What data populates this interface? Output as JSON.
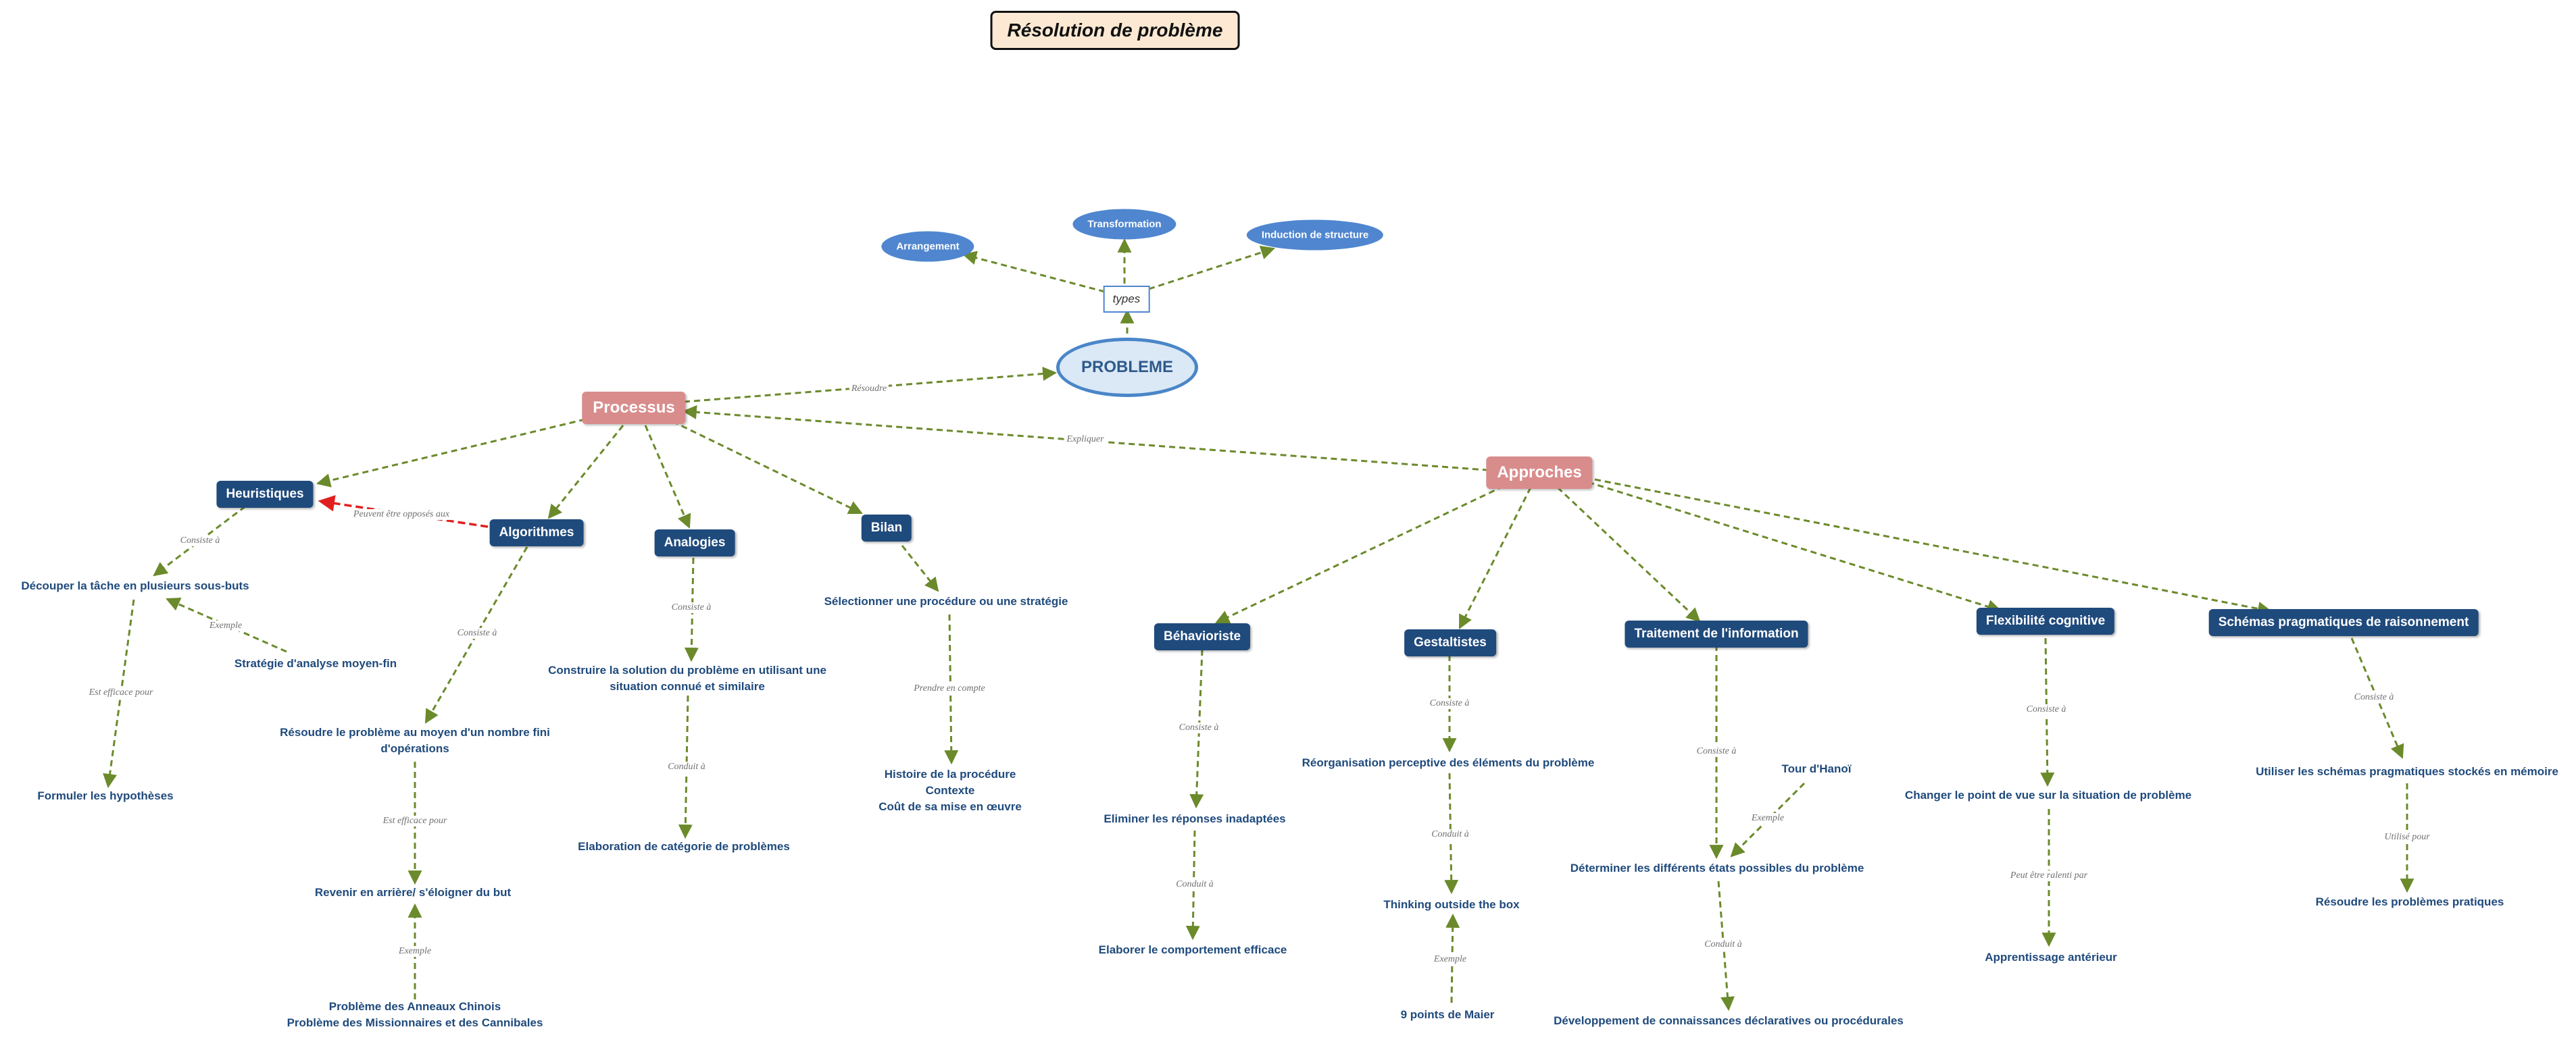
{
  "title": "Résolution de problème",
  "center": "PROBLEME",
  "types_label": "types",
  "types": [
    "Arrangement",
    "Transformation",
    "Induction de structure"
  ],
  "processus": "Processus",
  "approches": "Approches",
  "link_resoudre": "Résoudre",
  "link_expliquer": "Expliquer",
  "heuristiques": {
    "label": "Heuristiques",
    "consiste": "Consiste à",
    "decouper": "Découper la tâche en plusieurs sous-buts",
    "exemple": "Exemple",
    "strategie": "Stratégie d'analyse moyen-fin",
    "efficace": "Est efficace pour",
    "formuler": "Formuler les hypothèses"
  },
  "opposes": "Peuvent être opposés aux",
  "algorithmes": {
    "label": "Algorithmes",
    "consiste": "Consiste à",
    "resoudre": [
      "Résoudre le problème au moyen d'un nombre fini",
      "d'opérations"
    ],
    "efficace": "Est efficace pour",
    "revenir": "Revenir en arrière/ s'éloigner du but",
    "exemple": "Exemple",
    "exemples": [
      "Problème des Anneaux Chinois",
      "Problème des Missionnaires et des Cannibales"
    ]
  },
  "analogies": {
    "label": "Analogies",
    "consiste": "Consiste à",
    "construire": [
      "Construire la solution du problème en utilisant une",
      "situation connué et similaire"
    ],
    "conduit": "Conduit à",
    "elaboration": "Elaboration  de catégorie de problèmes"
  },
  "bilan": {
    "label": "Bilan",
    "selectionner": "Sélectionner une procédure ou une stratégie",
    "prendre": "Prendre en compte",
    "items": [
      "Histoire de la procédure",
      "Contexte",
      "Coût de sa mise en œuvre"
    ]
  },
  "behavioriste": {
    "label": "Béhavioriste",
    "consiste": "Consiste à",
    "eliminer": "Eliminer  les réponses inadaptées",
    "conduit": "Conduit à",
    "elaborer": "Elaborer le comportement efficace"
  },
  "gestaltistes": {
    "label": "Gestaltistes",
    "consiste": "Consiste à",
    "reorg": "Réorganisation perceptive des éléments du problème",
    "conduit": "Conduit à",
    "thinking": "Thinking outside the box",
    "exemple": "Exemple",
    "maier": "9  points de Maier"
  },
  "traitement": {
    "label": "Traitement de l'information",
    "consiste": "Consiste à",
    "tour": "Tour d'Hanoï",
    "exemple": "Exemple",
    "determiner": "Déterminer les différents états possibles du problème",
    "conduit": "Conduit à",
    "developpement": "Développement de connaissances déclaratives ou procédurales"
  },
  "flexibilite": {
    "label": "Flexibilité cognitive",
    "consiste": "Consiste à",
    "changer": "Changer  le point de vue sur la situation de problème",
    "ralenti": "Peut être ralenti par",
    "apprentissage": "Apprentissage antérieur"
  },
  "schemas": {
    "label": "Schémas pragmatiques de raisonnement",
    "consiste": "Consiste à",
    "utiliser": "Utiliser les schémas pragmatiques stockés en mémoire",
    "utilise_pour": "Utilisé pour",
    "resoudre": "Résoudre  les problèmes pratiques"
  },
  "colors": {
    "link": "#6b8a2b",
    "opposition_link": "#e02020",
    "navy": "#1f4a7c",
    "pink": "#d98c8c",
    "ellipse": "#4f86cf",
    "title_bg": "#fde9d3"
  }
}
